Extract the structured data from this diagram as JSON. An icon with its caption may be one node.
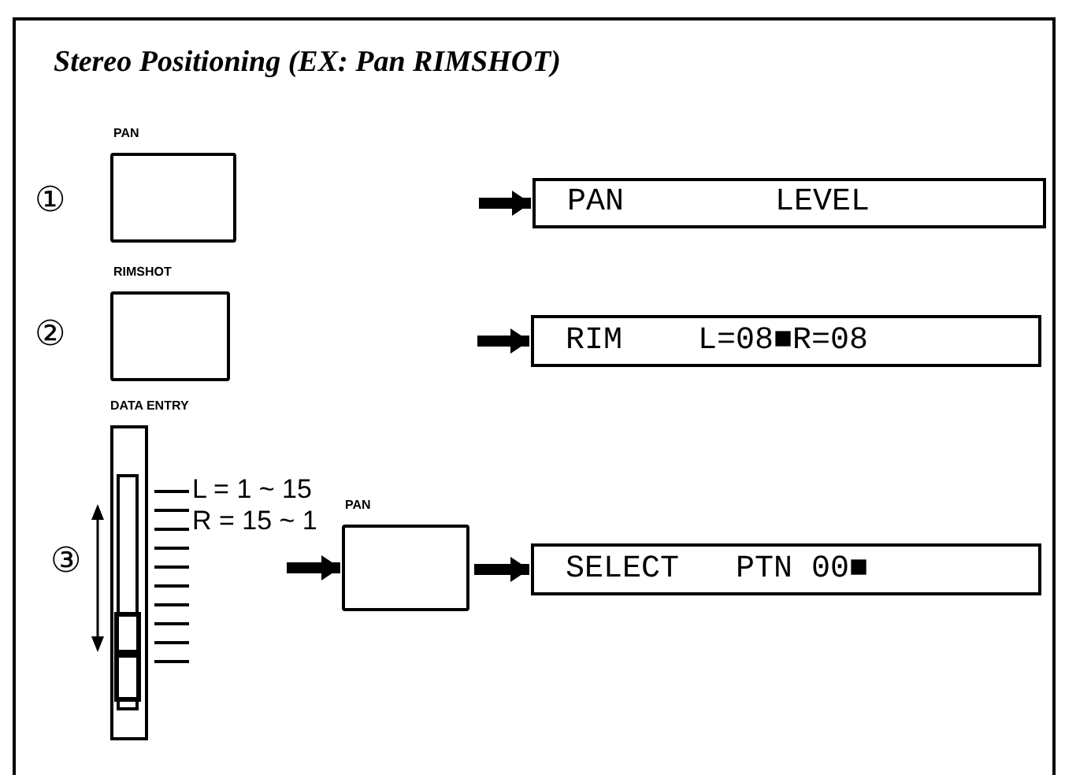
{
  "diagram": {
    "title": "Stereo Positioning (EX: Pan RIMSHOT)",
    "nodes": [
      {
        "text": [
          "PAN"
        ]
      },
      {
        "text": [
          "PAN        LEVEL"
        ]
      },
      {
        "text": [
          "RIMSHOT"
        ]
      },
      {
        "text": [
          "RIM    L=08■R=08"
        ]
      },
      {
        "text": [
          "DATA ENTRY"
        ],
        "beside": [
          "L = 1 ~ 15",
          "R = 15 ~ 1"
        ]
      },
      {
        "text": [
          "PAN"
        ]
      },
      {
        "text": [
          "SELECT   PTN 00■"
        ]
      }
    ],
    "edges": [
      {
        "from": null,
        "to": 1,
        "arrow": "to"
      },
      {
        "from": null,
        "to": 3,
        "arrow": "to"
      },
      {
        "from": null,
        "to": 5,
        "arrow": "to"
      },
      {
        "from": 5,
        "to": 6,
        "arrow": "to"
      }
    ],
    "labels": [
      "①",
      "②",
      "③"
    ]
  }
}
